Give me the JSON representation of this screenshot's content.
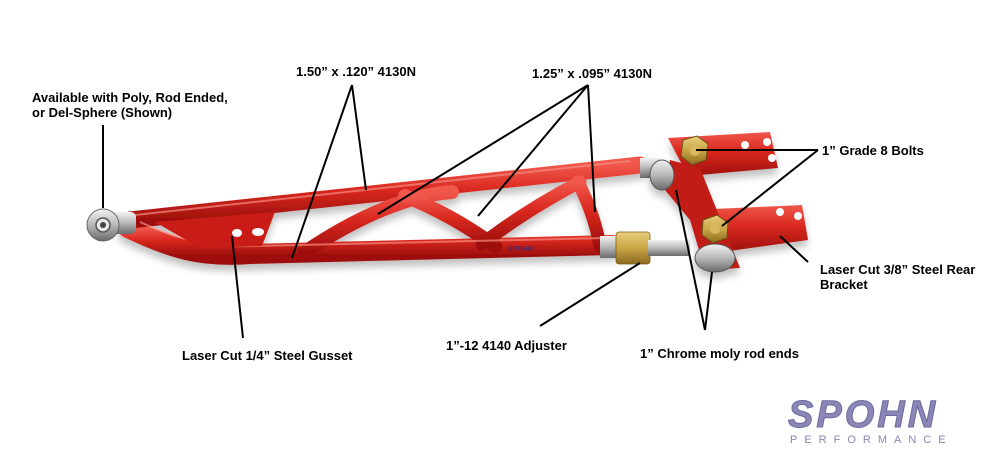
{
  "labels": {
    "rod_end_line1": "Available with Poly, Rod Ended,",
    "rod_end_line2": "or Del-Sphere (Shown)",
    "tube_large": "1.50” x .120” 4130N",
    "tube_small": "1.25” x .095” 4130N",
    "bolts": "1” Grade 8 Bolts",
    "bracket_line1": "Laser Cut 3/8” Steel Rear",
    "bracket_line2": "Bracket",
    "gusset": "Laser Cut 1/4” Steel Gusset",
    "adjuster": "1”-12 4140 Adjuster",
    "rod_ends": "1” Chrome moly rod ends"
  },
  "arm_stamp": "SPOHN",
  "logo": {
    "word": "SPOHN",
    "sub": "PERFORMANCE",
    "color": "#8a86b5"
  },
  "colors": {
    "arm_red": "#d9281f",
    "arm_dark": "#a3120e",
    "arm_highlight": "#f26a5e",
    "brass": "#c9a545",
    "chrome": "#c8c8c8"
  }
}
